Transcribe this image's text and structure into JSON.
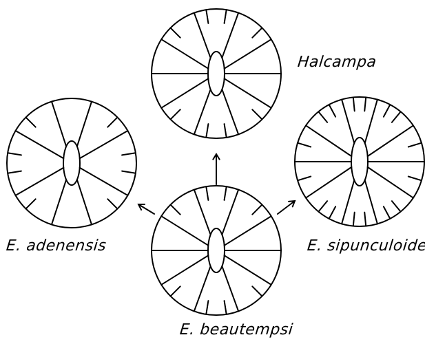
{
  "labels": {
    "top": "Halcampa",
    "left": "E. adenensis",
    "right": "E. sipunculoides",
    "bottom": "E. beautempsi"
  },
  "colors": {
    "stroke": "#000000",
    "background": "#ffffff"
  }
}
